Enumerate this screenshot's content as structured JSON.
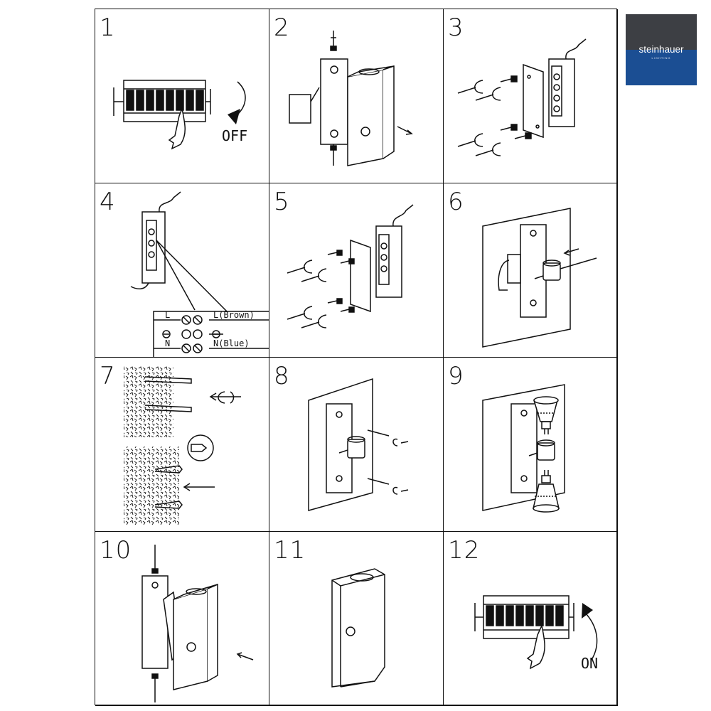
{
  "brand": {
    "name": "steinhauer",
    "tagline": "LIGHTING",
    "colors": {
      "top": "#3d3f44",
      "bottom": "#1b4e93"
    }
  },
  "steps": [
    {
      "number": "1",
      "label": "OFF"
    },
    {
      "number": "2"
    },
    {
      "number": "3"
    },
    {
      "number": "4",
      "wiring": {
        "live": "L",
        "live_wire": "L(Brown)",
        "neutral": "N",
        "neutral_wire": "N(Blue)"
      }
    },
    {
      "number": "5"
    },
    {
      "number": "6"
    },
    {
      "number": "7"
    },
    {
      "number": "8"
    },
    {
      "number": "9"
    },
    {
      "number": "10"
    },
    {
      "number": "11"
    },
    {
      "number": "12",
      "label": "ON"
    }
  ]
}
